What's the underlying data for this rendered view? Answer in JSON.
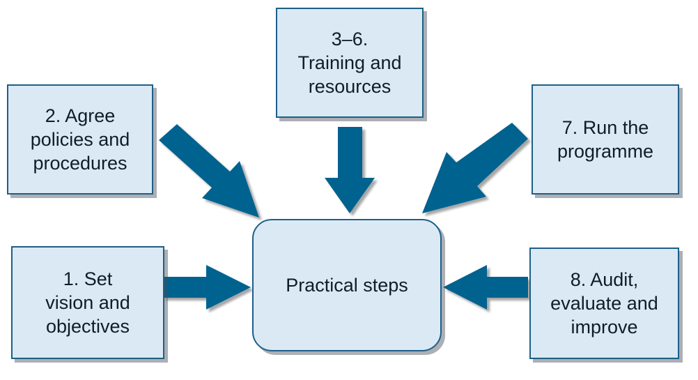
{
  "diagram": {
    "center": {
      "label": "Practical steps"
    },
    "steps": [
      {
        "id": "step1",
        "label": "1. Set\nvision and\nobjectives"
      },
      {
        "id": "step2",
        "label": "2. Agree\npolicies and\nprocedures"
      },
      {
        "id": "step3",
        "label": "3–6.\nTraining and\nresources"
      },
      {
        "id": "step7",
        "label": "7. Run the\nprogramme"
      },
      {
        "id": "step8",
        "label": "8. Audit,\nevaluate and\nimprove"
      }
    ]
  },
  "colors": {
    "box_fill": "#dbe9f5",
    "box_border": "#1d5f87",
    "arrow": "#04628f",
    "shadow": "#555555"
  }
}
